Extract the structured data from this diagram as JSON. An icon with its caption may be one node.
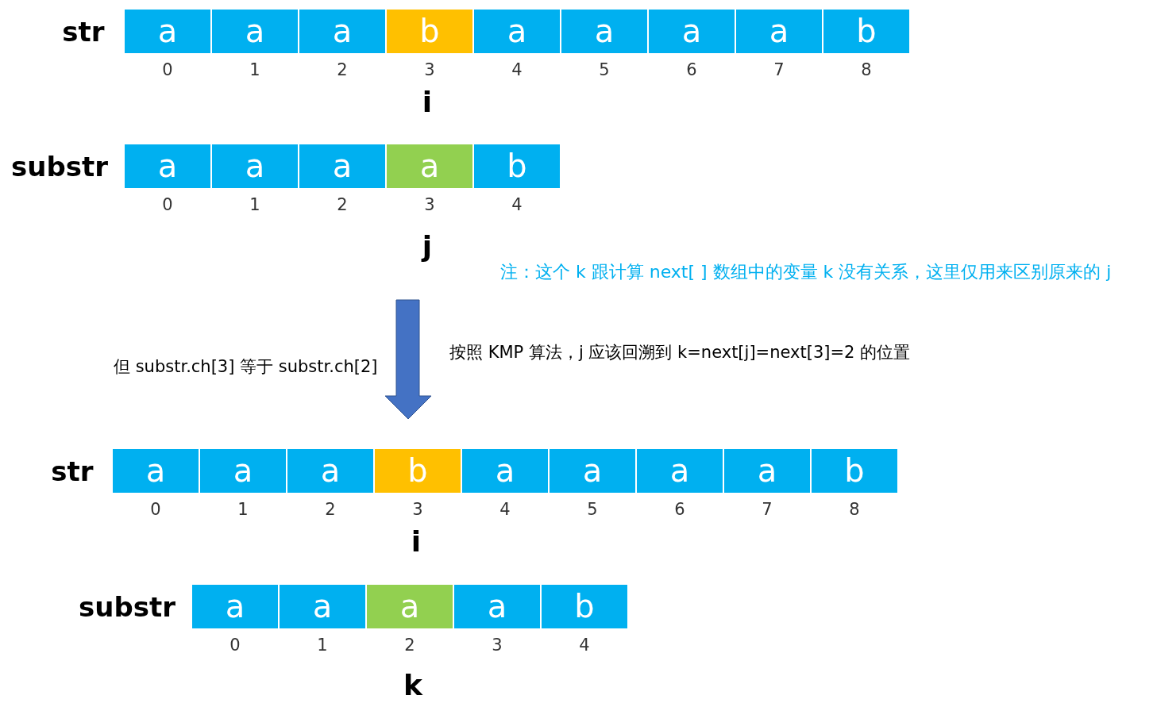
{
  "diagram": {
    "nodes": [
      {
        "text": [
          "a"
        ],
        "beside": [
          "0"
        ]
      },
      {
        "text": [
          "a"
        ],
        "beside": [
          "1"
        ]
      },
      {
        "text": [
          "a"
        ],
        "beside": [
          "2"
        ]
      },
      {
        "text": [
          "b"
        ],
        "beside": [
          "3"
        ]
      },
      {
        "text": [
          "a"
        ],
        "beside": [
          "4"
        ]
      },
      {
        "text": [
          "a"
        ],
        "beside": [
          "5"
        ]
      },
      {
        "text": [
          "a"
        ],
        "beside": [
          "6"
        ]
      },
      {
        "text": [
          "a"
        ],
        "beside": [
          "7"
        ]
      },
      {
        "text": [
          "b"
        ],
        "beside": [
          "8"
        ]
      },
      {
        "text": [
          "a"
        ],
        "beside": [
          "0"
        ]
      },
      {
        "text": [
          "a"
        ],
        "beside": [
          "1"
        ]
      },
      {
        "text": [
          "a"
        ],
        "beside": [
          "2"
        ]
      },
      {
        "text": [
          "a"
        ],
        "beside": [
          "3"
        ]
      },
      {
        "text": [
          "b"
        ],
        "beside": [
          "4"
        ]
      },
      {
        "text": [
          "a"
        ],
        "beside": [
          "0"
        ]
      },
      {
        "text": [
          "a"
        ],
        "beside": [
          "1"
        ]
      },
      {
        "text": [
          "a"
        ],
        "beside": [
          "2"
        ]
      },
      {
        "text": [
          "b"
        ],
        "beside": [
          "3"
        ]
      },
      {
        "text": [
          "a"
        ],
        "beside": [
          "4"
        ]
      },
      {
        "text": [
          "a"
        ],
        "beside": [
          "5"
        ]
      },
      {
        "text": [
          "a"
        ],
        "beside": [
          "6"
        ]
      },
      {
        "text": [
          "a"
        ],
        "beside": [
          "7"
        ]
      },
      {
        "text": [
          "b"
        ],
        "beside": [
          "8"
        ]
      },
      {
        "text": [
          "a"
        ],
        "beside": [
          "0"
        ]
      },
      {
        "text": [
          "a"
        ],
        "beside": [
          "1"
        ]
      },
      {
        "text": [
          "a"
        ],
        "beside": [
          "2"
        ]
      },
      {
        "text": [
          "a"
        ],
        "beside": [
          "3"
        ]
      },
      {
        "text": [
          "b"
        ],
        "beside": [
          "4"
        ]
      }
    ],
    "edges": [],
    "labels": [
      "str",
      "i",
      "substr",
      "j",
      "注：这个 k 跟计算 next[ ] 数组中的变量 k 没有关系，这里仅用来区别原来的 j",
      "按照 KMP 算法，j 应该回溯到 k=next[j]=next[3]=2 的位置",
      "但 substr.ch[3] 等于 substr.ch[2]",
      "str",
      "i",
      "substr",
      "k"
    ]
  }
}
